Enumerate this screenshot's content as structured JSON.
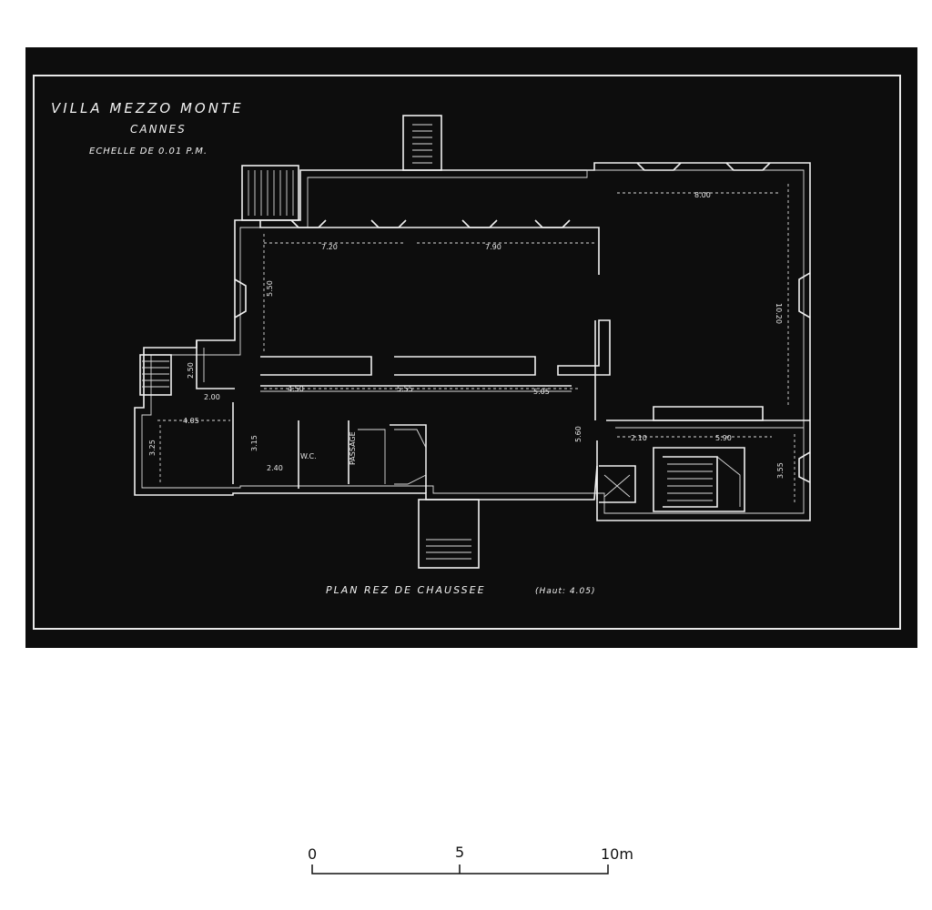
{
  "title": {
    "line1": "VILLA MEZZO MONTE",
    "line2": "CANNES",
    "scale_note": "ECHELLE DE 0.01 P.M."
  },
  "plan_caption": {
    "main": "PLAN REZ DE CHAUSSEE",
    "height_note": "(Haut: 4.05)"
  },
  "dimensions": {
    "d_720": "7.20",
    "d_790": "7.90",
    "d_800": "8.00",
    "d_550": "5.50",
    "d_1020": "10.20",
    "d_450": "4.50",
    "d_555": "5.55",
    "d_505": "5.05",
    "d_250": "2.50",
    "d_200": "2.00",
    "d_405": "4.05",
    "d_325": "3.25",
    "d_315": "3.15",
    "d_240": "2.40",
    "d_560": "5.60",
    "d_210": "2.10",
    "d_590": "5.90",
    "d_355": "3.55"
  },
  "room_labels": {
    "wc": "W.C.",
    "passage": "PASSAGE"
  },
  "scale_bar": {
    "label_0": "0",
    "label_5": "5",
    "label_10": "10m"
  }
}
